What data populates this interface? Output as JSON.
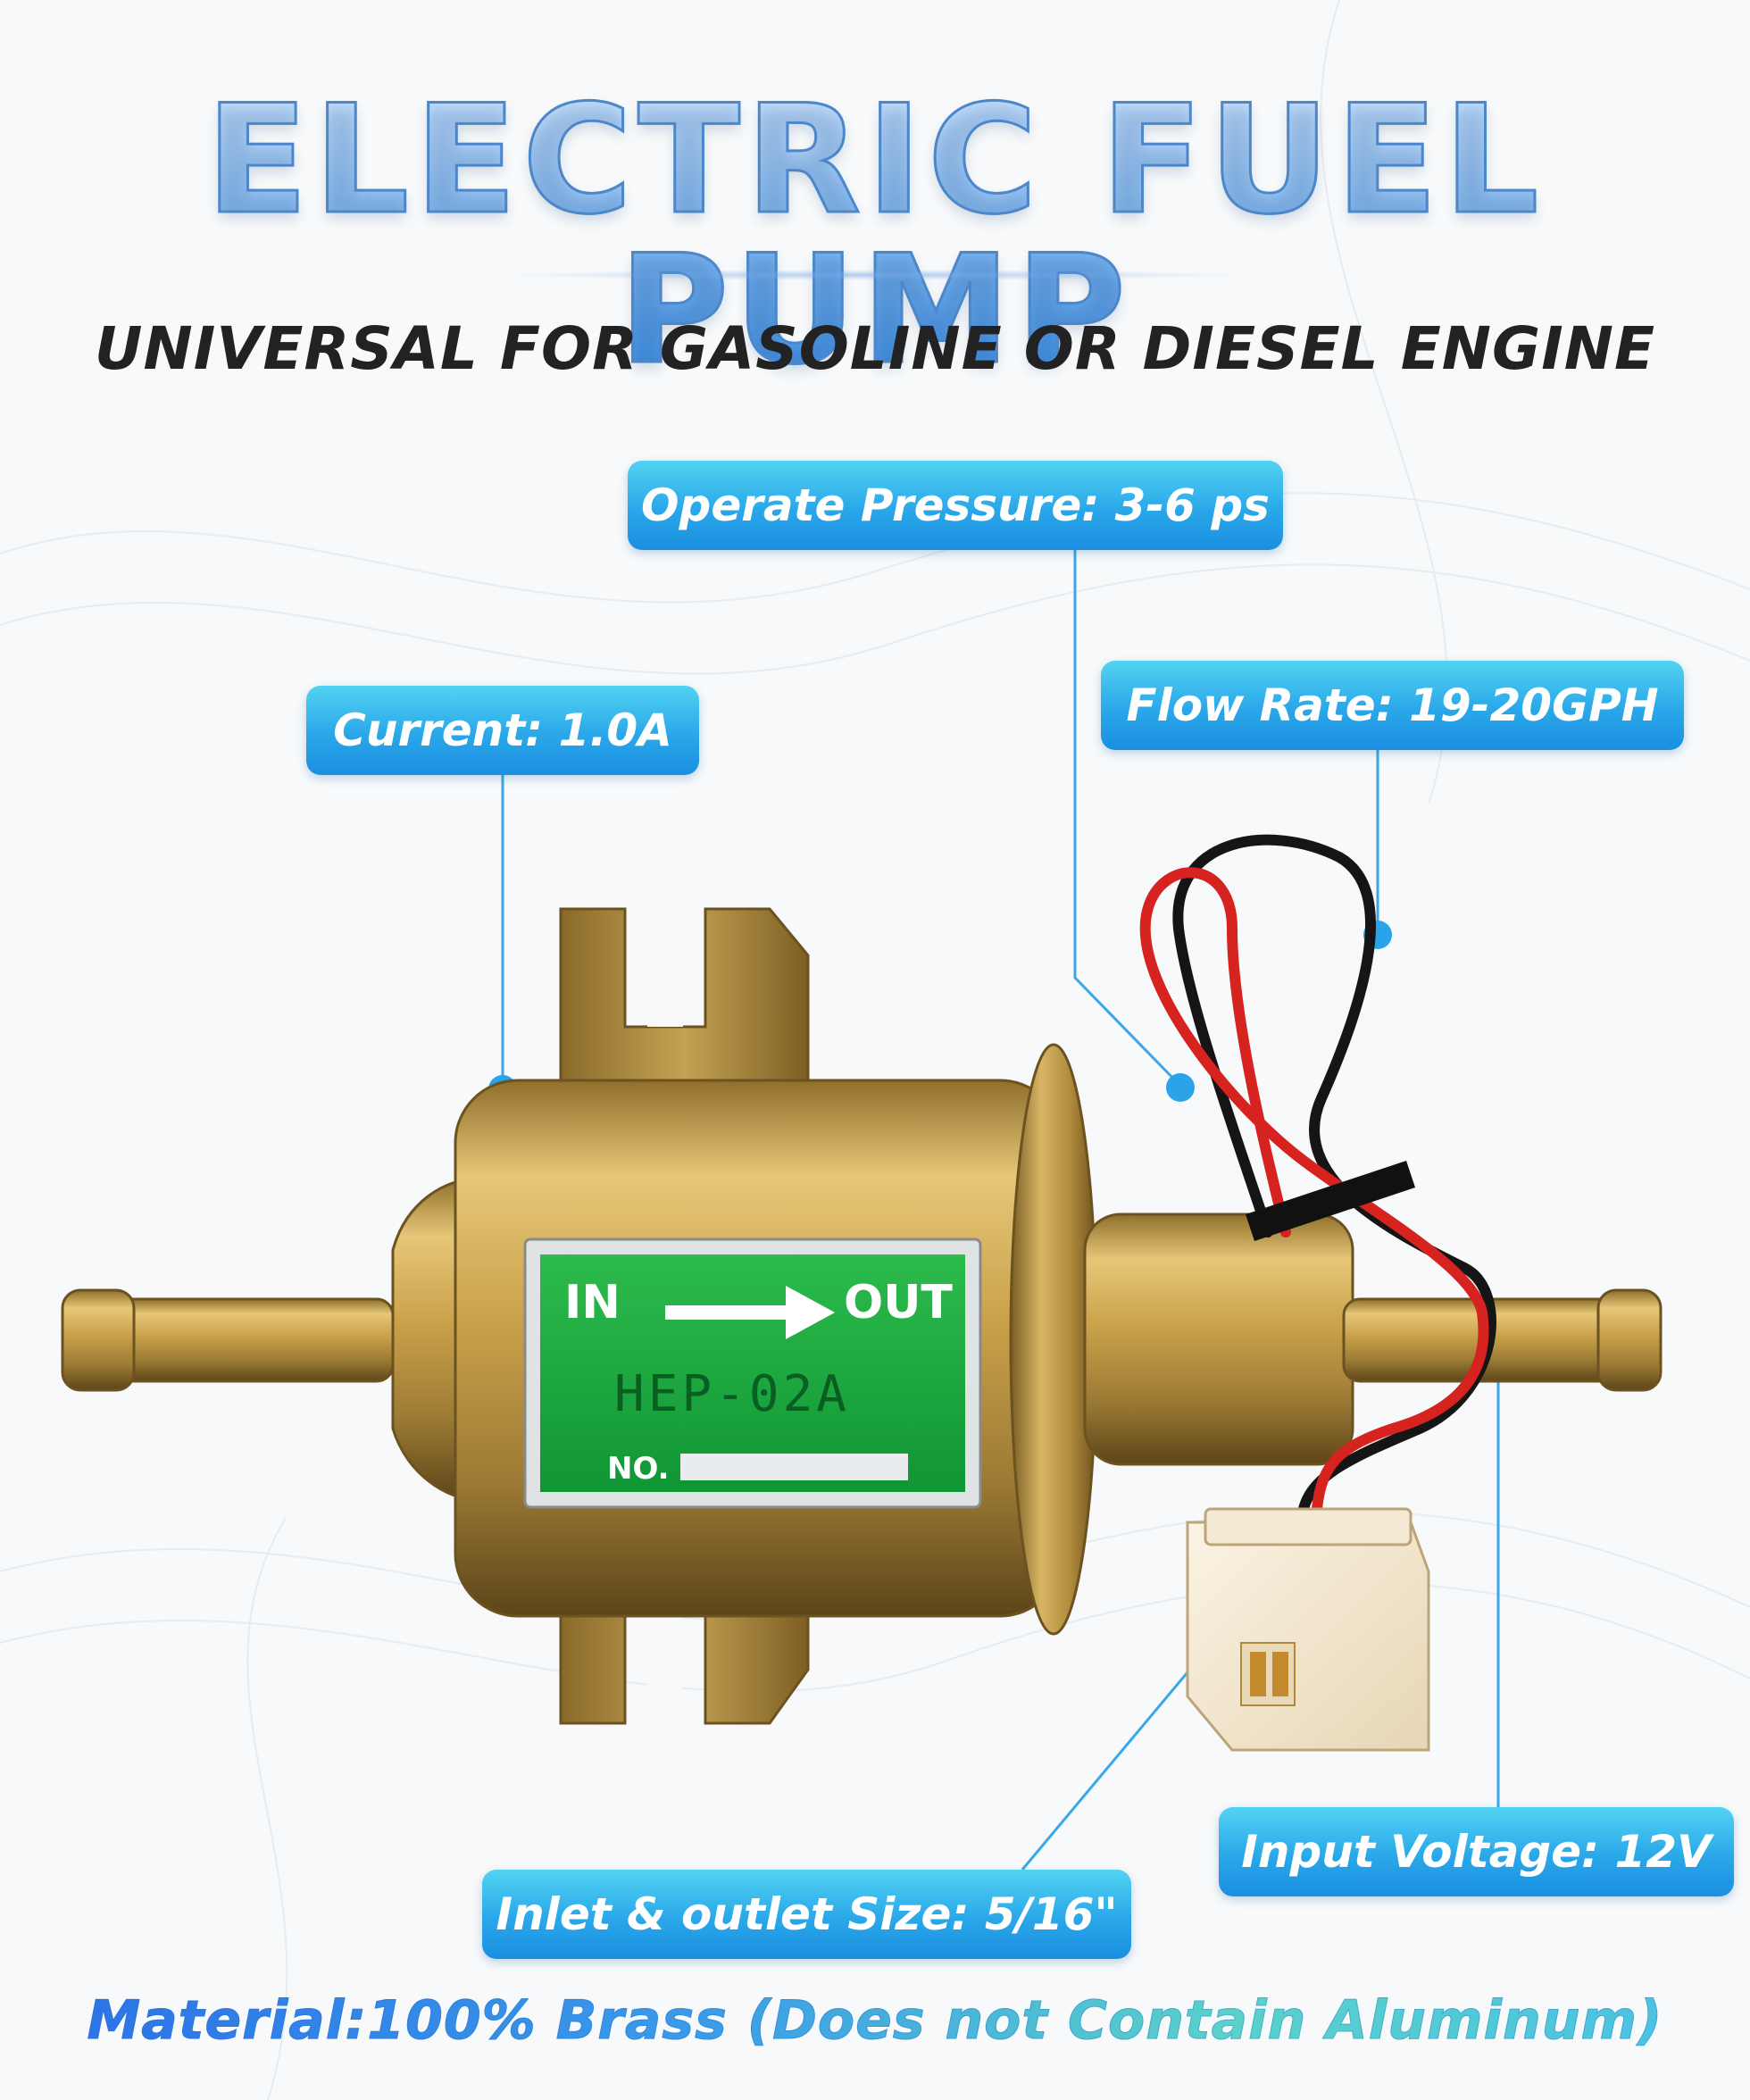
{
  "header": {
    "title": "ELECTRIC FUEL PUMP",
    "subtitle": "UNIVERSAL FOR GASOLINE OR DIESEL ENGINE"
  },
  "callouts": {
    "pressure": "Operate Pressure: 3-6 ps",
    "current": "Current: 1.0A",
    "flow": "Flow Rate: 19-20GPH",
    "voltage": "Input Voltage: 12V",
    "inlet": "Inlet & outlet Size: 5/16\""
  },
  "pump_label": {
    "in": "IN",
    "out": "OUT",
    "model": "HEP-02A",
    "no": "NO."
  },
  "footer": {
    "material": "Material:100% Brass (Does not Contain Aluminum)"
  },
  "colors": {
    "accent": "#2aa7e9",
    "title_blue": "#6aa8ec",
    "label_green": "#18a33c",
    "brass": "#c9a14a"
  }
}
